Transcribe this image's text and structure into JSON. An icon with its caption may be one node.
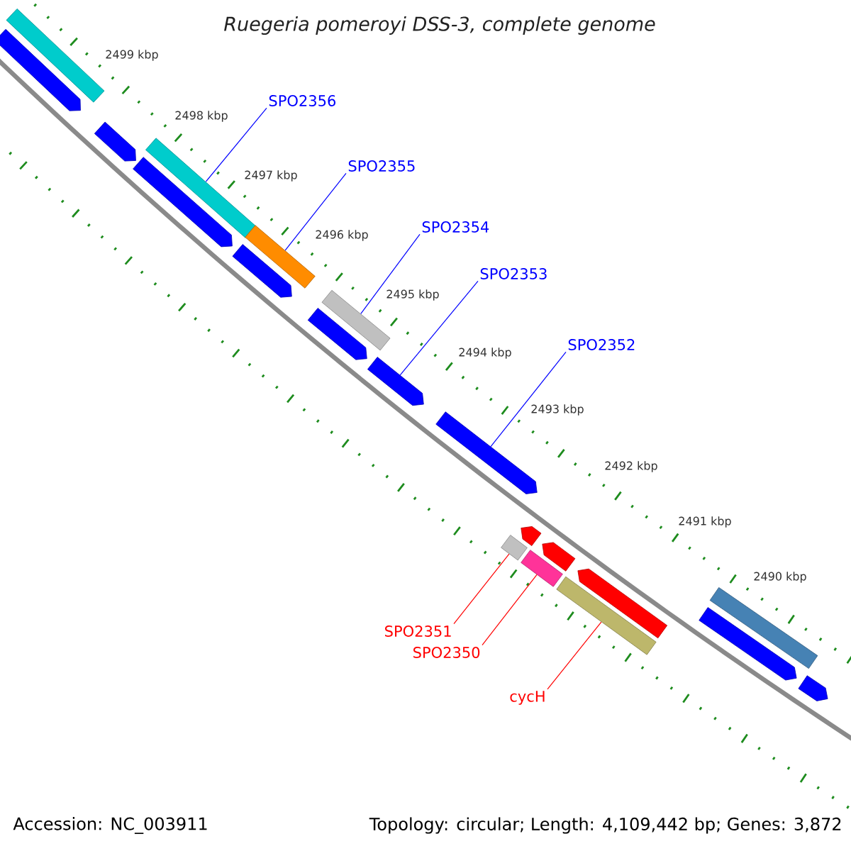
{
  "diagram": {
    "title": "Ruegeria pomeroyi DSS-3, complete genome",
    "nodes": [
      {
        "text": [
          "SPO2356"
        ]
      },
      {
        "text": [
          "SPO2355"
        ]
      },
      {
        "text": [
          "SPO2354"
        ]
      },
      {
        "text": [
          "SPO2353"
        ]
      },
      {
        "text": [
          "SPO2352"
        ]
      },
      {
        "text": [
          "SPO2351"
        ]
      },
      {
        "text": [
          "SPO2350"
        ]
      },
      {
        "text": [
          "cycH"
        ]
      },
      {
        "text": [],
        "shape": "bar"
      },
      {
        "text": [],
        "shape": "pentagon"
      },
      {
        "text": [],
        "shape": "pentagon"
      },
      {
        "text": [],
        "shape": "bar"
      },
      {
        "text": [],
        "shape": "pentagon"
      },
      {
        "text": [],
        "shape": "bar"
      },
      {
        "text": [],
        "shape": "pentagon"
      },
      {
        "text": [],
        "shape": "bar"
      },
      {
        "text": [],
        "shape": "pentagon"
      },
      {
        "text": [],
        "shape": "pentagon"
      },
      {
        "text": [],
        "shape": "pentagon"
      },
      {
        "text": [],
        "shape": "bar"
      },
      {
        "text": [],
        "shape": "pentagon"
      },
      {
        "text": [],
        "shape": "bar"
      },
      {
        "text": [],
        "shape": "pentagon"
      },
      {
        "text": [],
        "shape": "bar"
      },
      {
        "text": [],
        "shape": "pentagon"
      },
      {
        "text": [],
        "shape": "pentagon"
      },
      {
        "text": [],
        "shape": "bar"
      },
      {
        "text": [],
        "shape": "pentagon"
      }
    ],
    "edges": [
      {
        "from": 0,
        "to": 11,
        "arrow": "none"
      },
      {
        "from": 1,
        "to": 13,
        "arrow": "none"
      },
      {
        "from": 2,
        "to": 15,
        "arrow": "none"
      },
      {
        "from": 3,
        "to": 17,
        "arrow": "none"
      },
      {
        "from": 4,
        "to": 18,
        "arrow": "none"
      },
      {
        "from": 5,
        "to": 19,
        "arrow": "none",
        "color": "#ff0000"
      },
      {
        "from": 6,
        "to": 21,
        "arrow": "none",
        "color": "#ff0000"
      },
      {
        "from": 7,
        "to": 23,
        "arrow": "none",
        "color": "#ff0000"
      }
    ],
    "labels": [
      "2499 kbp",
      "2498 kbp",
      "2497 kbp",
      "2496 kbp",
      "2495 kbp",
      "2494 kbp",
      "2493 kbp",
      "2492 kbp",
      "2491 kbp",
      "2490 kbp",
      "Accession: NC_003911",
      "Topology: circular; Length: 4,109,442 bp; Genes: 3,872"
    ]
  }
}
